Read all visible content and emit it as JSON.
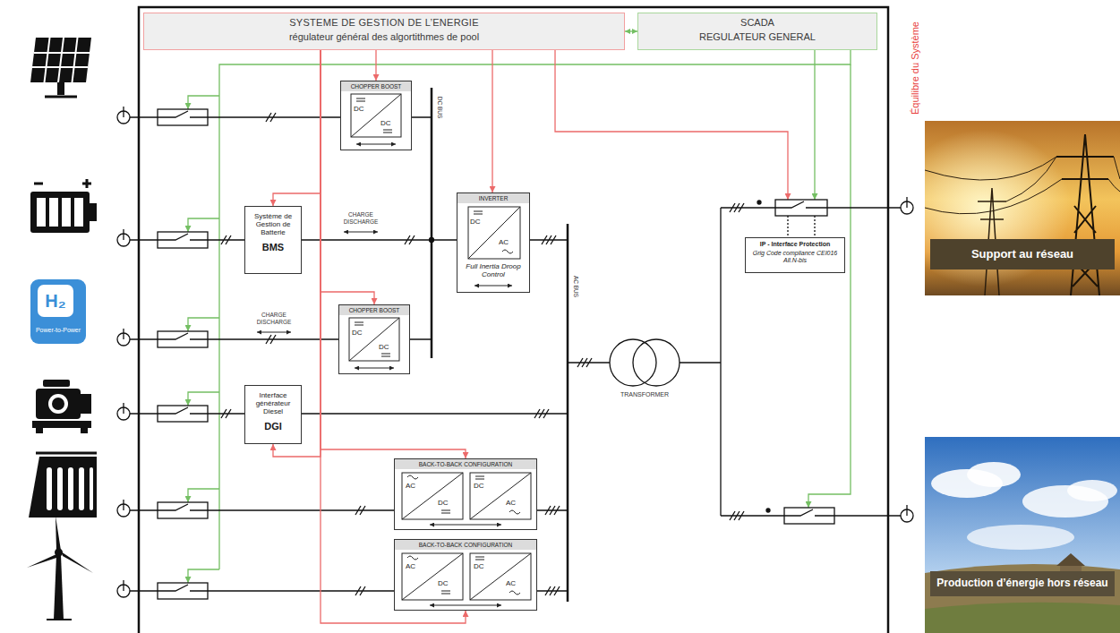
{
  "diagram": {
    "nodes": [
      {
        "text": [
          "SYSTEME DE GESTION DE L’ENERGIE",
          "régulateur général des algortithmes de pool"
        ]
      },
      {
        "text": [
          "SCADA",
          "REGULATEUR GENERAL"
        ]
      },
      {
        "text": [
          "CHOPPER BOOST",
          "DC",
          "DC"
        ]
      },
      {
        "text": [
          "Système de Gestion de Batterie",
          "BMS"
        ]
      },
      {
        "text": [
          "INVERTER",
          "DC",
          "AC",
          "Full Inertia Droop Control"
        ]
      },
      {
        "text": [
          "CHOPPER BOOST",
          "DC",
          "DC"
        ]
      },
      {
        "text": [
          "Interface générateur Diesel",
          "DGI"
        ]
      },
      {
        "text": [
          "BACK-TO-BACK CONFIGURATION",
          "AC",
          "DC",
          "DC",
          "AC"
        ]
      },
      {
        "text": [
          "BACK-TO-BACK CONFIGURATION",
          "AC",
          "DC",
          "DC",
          "AC"
        ]
      },
      {
        "text": [
          "IP - Interface Protection",
          "Grig Code compliance CEI016 All.N-bis"
        ]
      },
      {
        "text": [
          "Support au réseau"
        ]
      },
      {
        "text": [
          "Production d’énergie hors réseau"
        ]
      }
    ],
    "edges": [
      {
        "from": 0,
        "to": 1,
        "arrow": "both"
      },
      {
        "from": 0,
        "to": 2,
        "arrow": "to"
      },
      {
        "from": 0,
        "to": 3,
        "arrow": "to"
      },
      {
        "from": 0,
        "to": 4,
        "arrow": "to"
      },
      {
        "from": 0,
        "to": 5,
        "arrow": "to"
      },
      {
        "from": 0,
        "to": 6,
        "arrow": "to"
      },
      {
        "from": 0,
        "to": 7,
        "arrow": "to"
      },
      {
        "from": 0,
        "to": 8,
        "arrow": "to"
      }
    ],
    "labels": [
      "Équilibre du Système",
      "H₂",
      "Power-to-Power",
      "CHARGE DISCHARGE",
      "CHARGE DISCHARGE",
      "DC BUS",
      "AC BUS",
      "TRANSFORMER"
    ]
  }
}
